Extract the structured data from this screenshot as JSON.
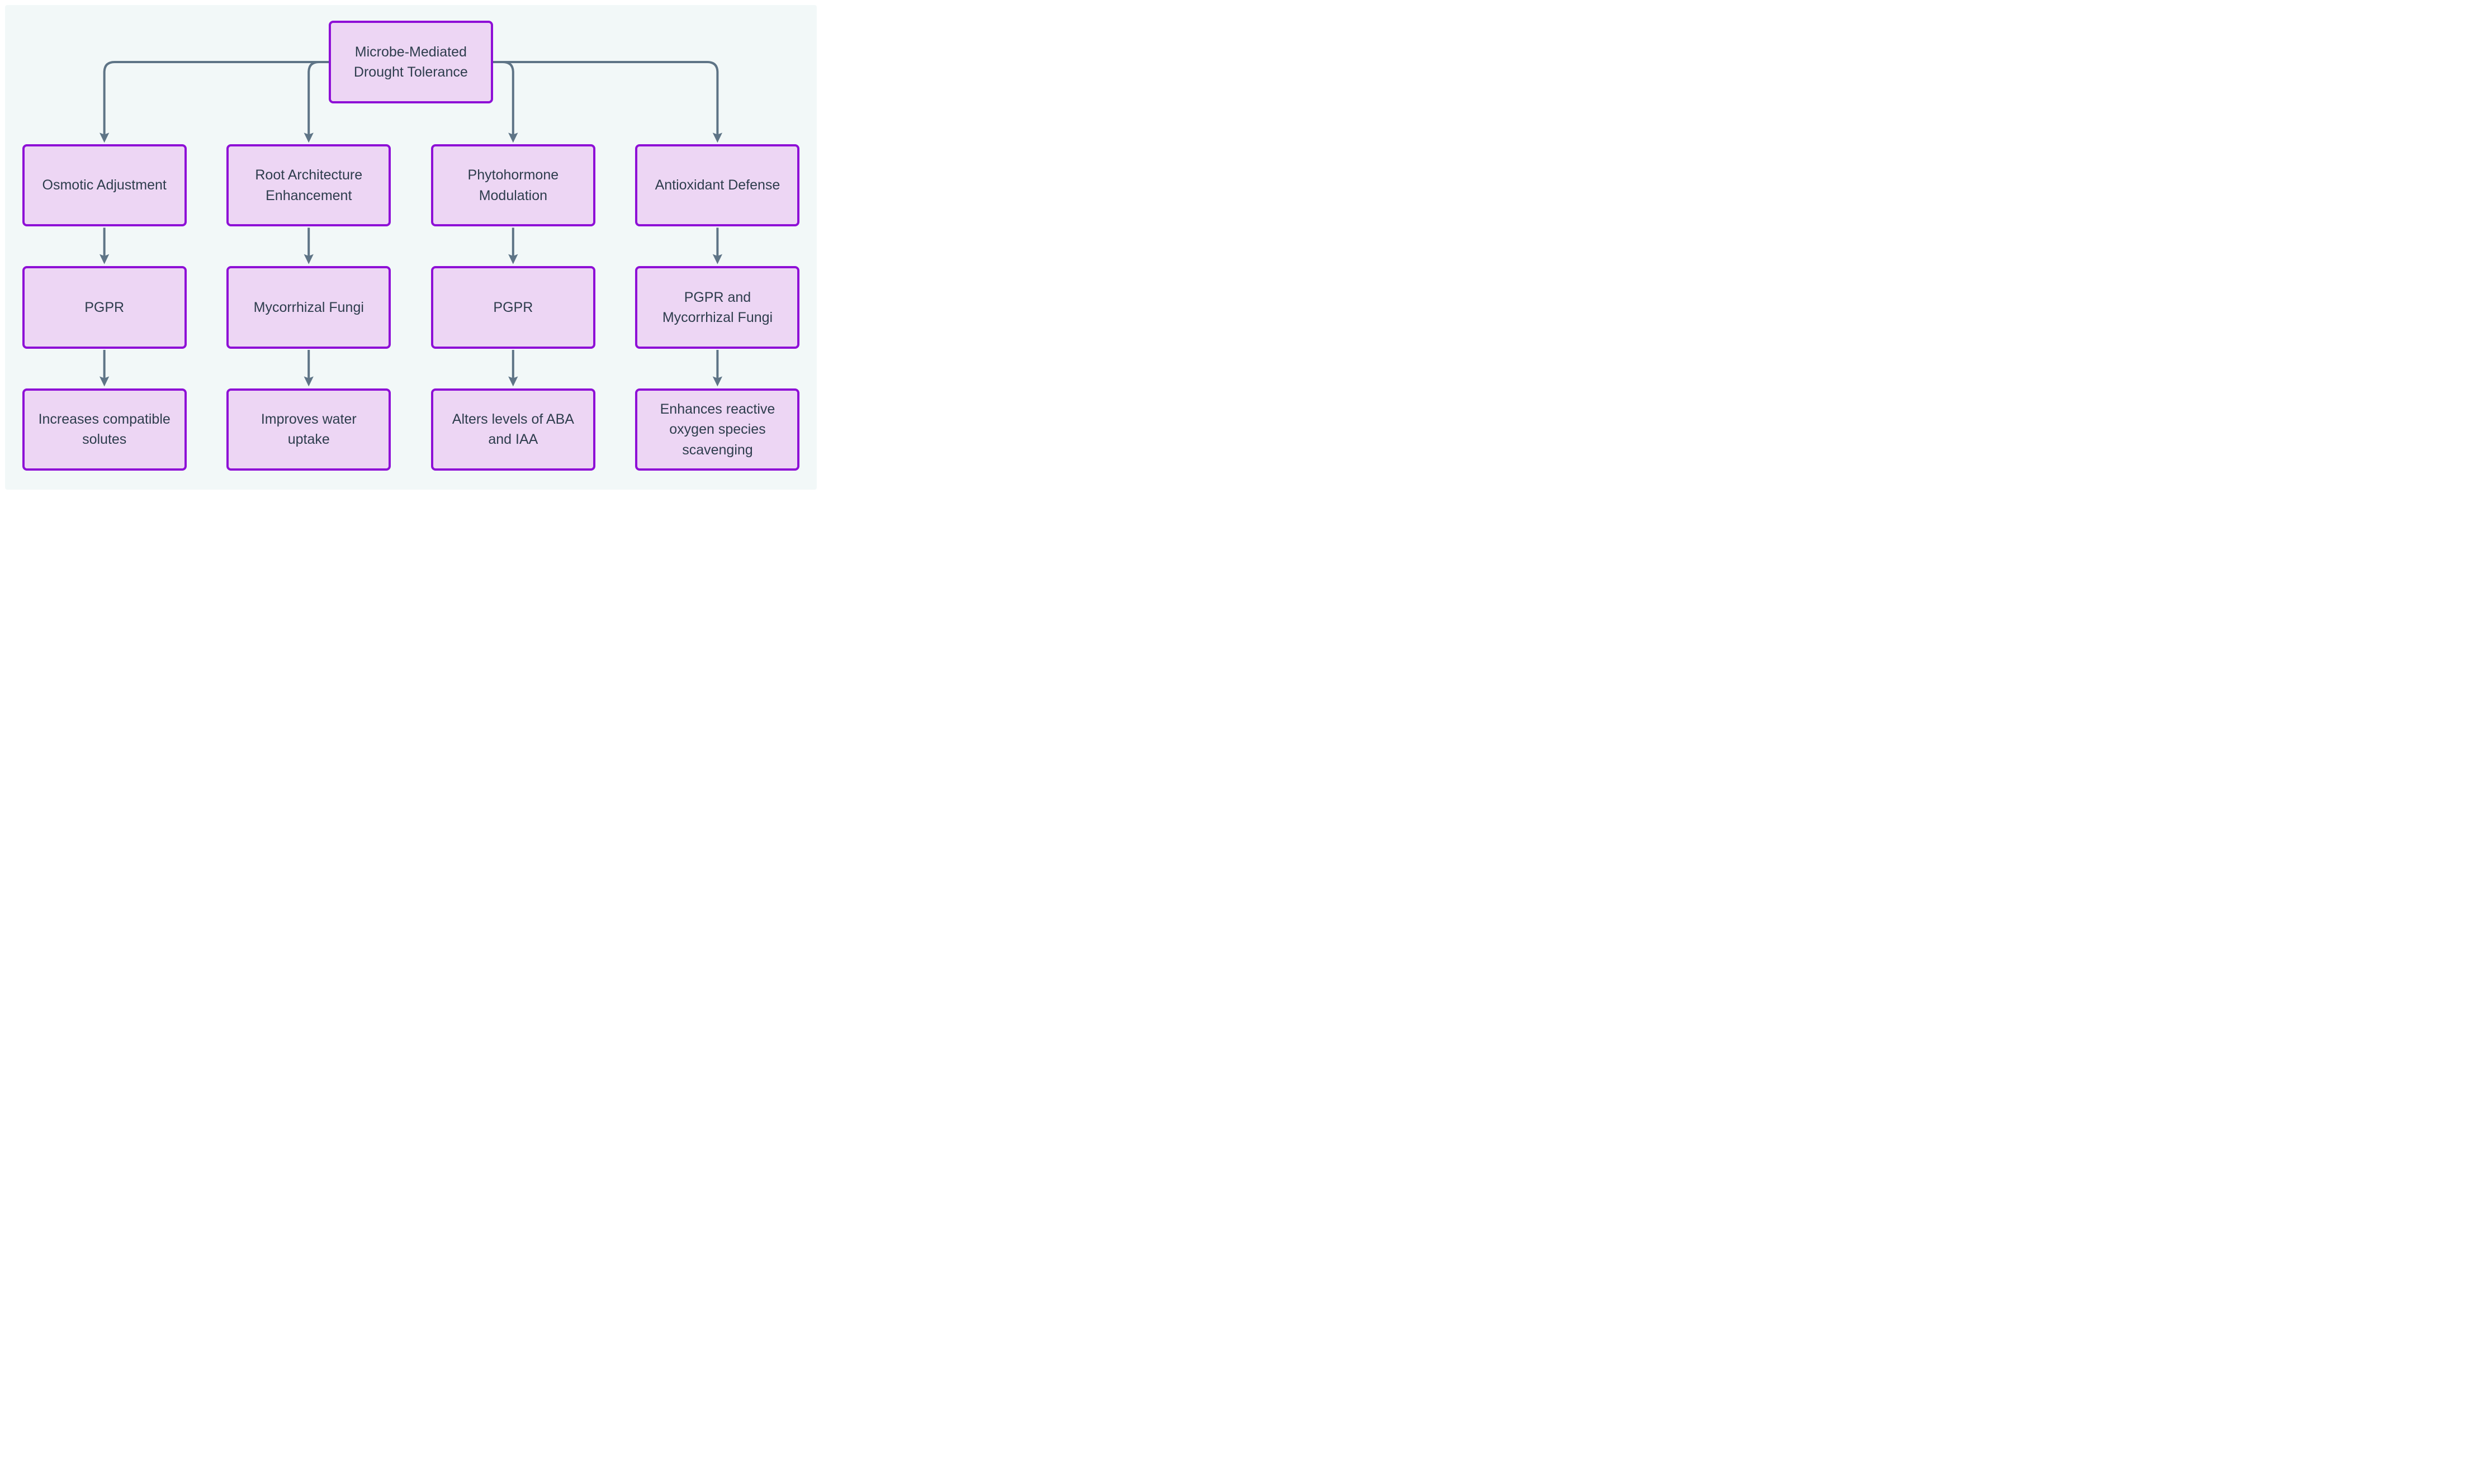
{
  "diagram": {
    "colors": {
      "frame": "#ffffff",
      "canvas_bg": "#f2f8f8",
      "node_fill": "#edd6f4",
      "node_border": "#8e10d6",
      "edge": "#5e7486",
      "text": "#2e3d4d"
    },
    "root": {
      "label": "Microbe-Mediated Drought Tolerance"
    },
    "branches": [
      {
        "mechanism": "Osmotic Adjustment",
        "agent": "PGPR",
        "effect": "Increases compatible solutes"
      },
      {
        "mechanism": "Root Architecture Enhancement",
        "agent": "Mycorrhizal Fungi",
        "effect": "Improves water uptake"
      },
      {
        "mechanism": "Phytohormone Modulation",
        "agent": "PGPR",
        "effect": "Alters levels of ABA and IAA"
      },
      {
        "mechanism": "Antioxidant Defense",
        "agent": "PGPR and Mycorrhizal Fungi",
        "effect": "Enhances reactive oxygen species scavenging"
      }
    ]
  }
}
